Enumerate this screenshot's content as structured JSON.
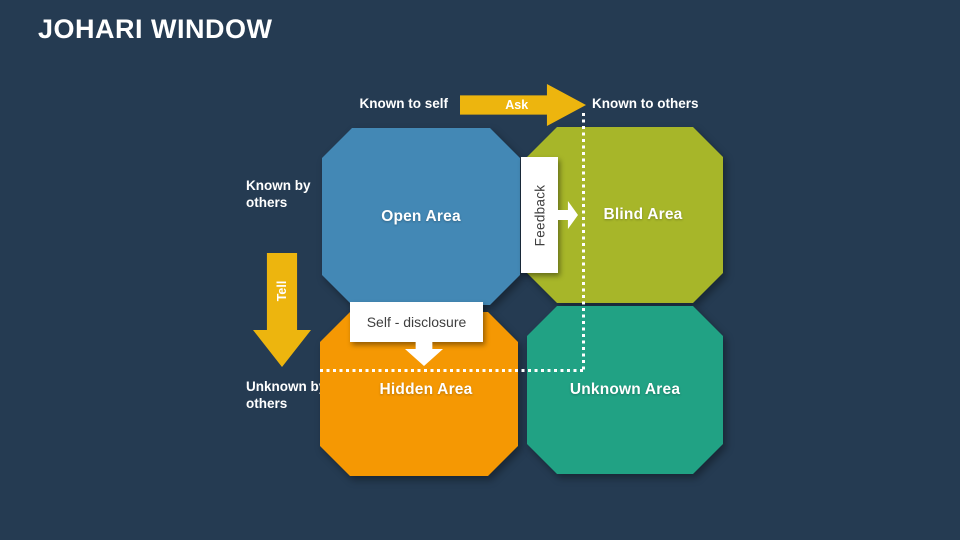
{
  "title": "JOHARI WINDOW",
  "colors": {
    "background": "#253B52",
    "gold": "#EDB50E",
    "white": "#FFFFFF",
    "box_text": "#3F3F3F"
  },
  "axis_labels": {
    "top_left": "Known to self",
    "top_right": "Known to others",
    "left_top": "Known by others",
    "left_bottom": "Unknown by others"
  },
  "arrows": {
    "ask": "Ask",
    "tell": "Tell",
    "feedback": "Feedback",
    "self_disclosure": "Self - disclosure"
  },
  "quadrants": {
    "open": {
      "label": "Open Area",
      "color": "#4388B5"
    },
    "blind": {
      "label": "Blind Area",
      "color": "#A7B629"
    },
    "hidden": {
      "label": "Hidden Area",
      "color": "#F59803"
    },
    "unknown": {
      "label": "Unknown Area",
      "color": "#21A284"
    }
  }
}
